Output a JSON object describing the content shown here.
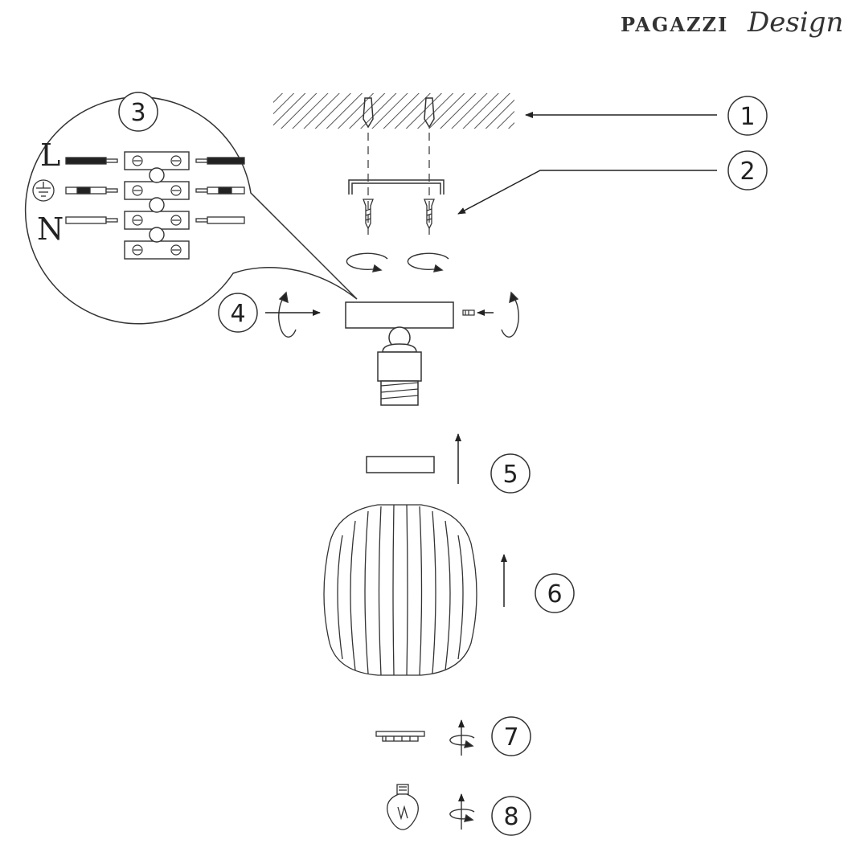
{
  "brand": {
    "name": "PAGAZZI",
    "script": "Design"
  },
  "wire_labels": {
    "live": "L",
    "neutral": "N"
  },
  "icons": {
    "earth": "earth-ground-icon"
  },
  "steps": [
    "1",
    "2",
    "3",
    "4",
    "5",
    "6",
    "7",
    "8"
  ]
}
